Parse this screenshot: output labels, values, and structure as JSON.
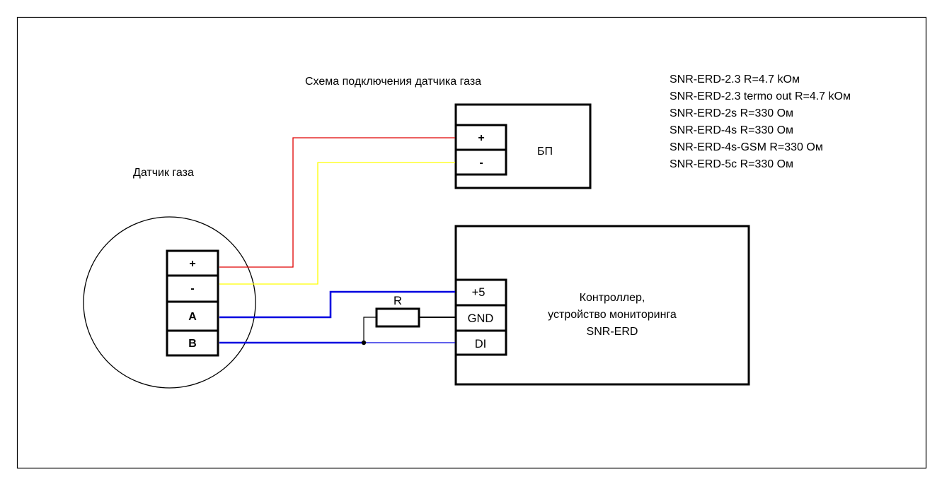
{
  "title": "Схема подключения датчика газа",
  "colors": {
    "wire_plus": "#e00000",
    "wire_minus": "#ffff00",
    "wire_signal": "#0000e0",
    "wire_ground": "#000000",
    "outline": "#000000",
    "background": "#ffffff"
  },
  "sensor": {
    "label": "Датчик газа",
    "terminals": [
      "+",
      "-",
      "A",
      "B"
    ]
  },
  "psu": {
    "label": "БП",
    "terminals": [
      "+",
      "-"
    ]
  },
  "controller": {
    "label_lines": [
      "Контроллер,",
      "устройство мониторинга",
      "SNR-ERD"
    ],
    "terminals": [
      "+5",
      "GND",
      "DI"
    ]
  },
  "resistor": {
    "label": "R"
  },
  "notes": [
    "SNR-ERD-2.3 R=4.7 kОм",
    "SNR-ERD-2.3 termo out R=4.7 kОм",
    "SNR-ERD-2s R=330 Ом",
    "SNR-ERD-4s R=330 Ом",
    "SNR-ERD-4s-GSM R=330 Ом",
    "SNR-ERD-5c R=330 Ом"
  ],
  "connections": [
    {
      "from": "sensor.+",
      "to": "psu.+",
      "color": "wire_plus"
    },
    {
      "from": "sensor.-",
      "to": "psu.-",
      "color": "wire_minus"
    },
    {
      "from": "sensor.A",
      "to": "controller.+5",
      "color": "wire_signal"
    },
    {
      "from": "sensor.B",
      "to": "controller.DI",
      "color": "wire_signal"
    },
    {
      "from": "resistor",
      "to": "controller.GND",
      "color": "wire_ground"
    },
    {
      "from": "resistor",
      "to": "junction.B-DI",
      "color": "wire_ground"
    }
  ]
}
